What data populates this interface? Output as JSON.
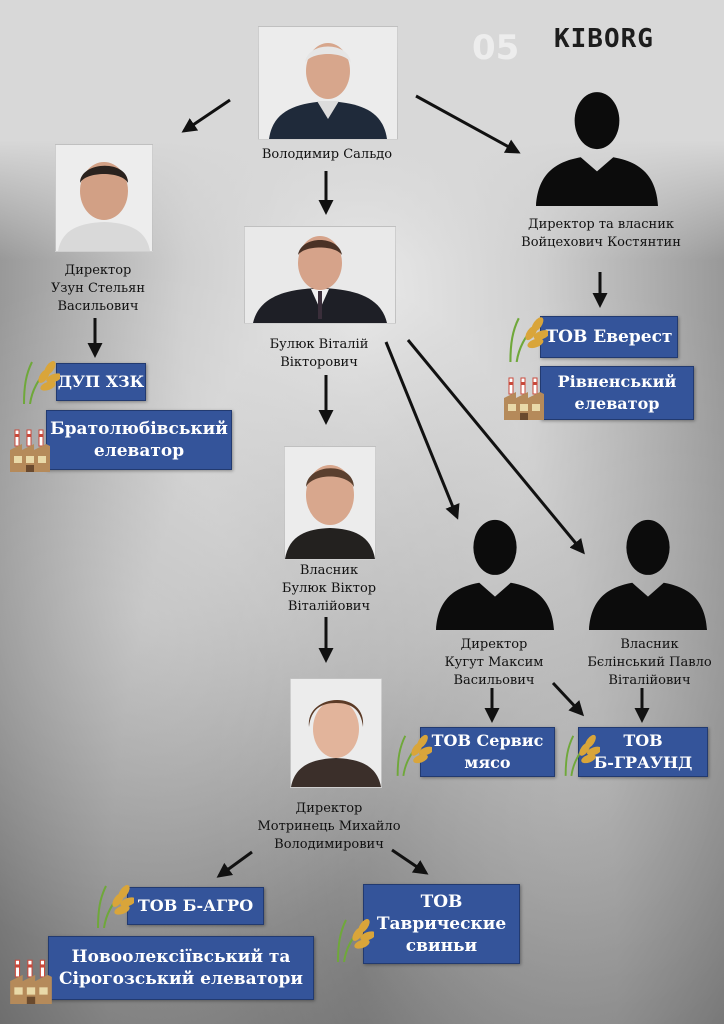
{
  "logo": {
    "text": "KIBORG",
    "watermark": "05"
  },
  "people": {
    "saldo": {
      "label": "Володимир Сальдо"
    },
    "uzun": {
      "label": "Директор\nУзун Стельян\nВасильович"
    },
    "kostiantyn": {
      "label": "Директор та власник\nВойцехович Костянтин"
    },
    "buliuk_v": {
      "label": "Булюк Віталій\nВікторович"
    },
    "buliuk_vik": {
      "label": "Власник\nБулюк Віктор\nВіталійович"
    },
    "kuhut": {
      "label": "Директор\nКугут Максим\nВасильович"
    },
    "bielinskyi": {
      "label": "Власник\nБєлінський Павло\nВіталійович"
    },
    "motrynets": {
      "label": "Директор\nМотринець Михайло\nВолодимирович"
    }
  },
  "companies": {
    "dup_hzk": "ДУП ХЗК",
    "bratoliubivskyi": "Братолюбівський\nелеватор",
    "everest": "ТОВ Еверест",
    "rivnenskyi": "Рівненський\nелеватор",
    "servis_miaso": "ТОВ Сервис\nмясо",
    "b_hraund": "ТОВ\nБ-ГРАУНД",
    "b_ahro": "ТОВ Б-АГРО",
    "novooleksiivskyi": "Новоолексіївський та\nСірогозський елеватори",
    "tavricheskie": "ТОВ\nТаврические\nсвиньи"
  },
  "colors": {
    "box": "#34549a",
    "box_border": "#223a70",
    "wheat": "#d9a53a",
    "factory": "#c9493b"
  },
  "icons": {
    "wheat": "wheat-icon",
    "factory": "factory-icon"
  }
}
